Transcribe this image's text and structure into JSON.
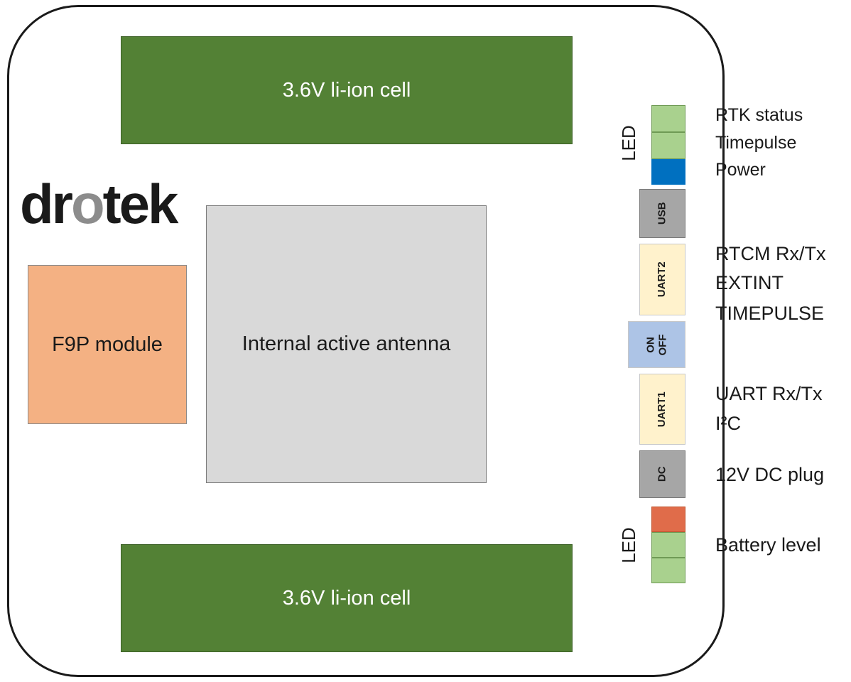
{
  "battery_top": {
    "label": "3.6V li-ion cell",
    "color": "#538135"
  },
  "battery_bottom": {
    "label": "3.6V li-ion cell",
    "color": "#538135"
  },
  "logo": {
    "part1": "dr",
    "part2": "o",
    "part3": "tek"
  },
  "module": {
    "label": "F9P module",
    "color": "#f4b183"
  },
  "antenna": {
    "label": "Internal active antenna",
    "color": "#d9d9d9"
  },
  "led_group_top": {
    "label": "LED",
    "leds": [
      {
        "name": "RTK status",
        "color": "#a9d18e"
      },
      {
        "name": "Timepulse",
        "color": "#a9d18e"
      },
      {
        "name": "Power",
        "color": "#0070c0"
      }
    ]
  },
  "usb": {
    "label": "USB"
  },
  "uart2": {
    "label": "UART2",
    "lines": [
      "RTCM Rx/Tx",
      "EXTINT",
      "TIMEPULSE"
    ]
  },
  "switch": {
    "on": "ON",
    "off": "OFF"
  },
  "uart1": {
    "label": "UART1",
    "lines": [
      "UART Rx/Tx",
      "I²C"
    ]
  },
  "dc": {
    "label": "DC",
    "description": "12V DC plug"
  },
  "led_group_bottom": {
    "label": "LED",
    "description": "Battery level",
    "leds": [
      {
        "color": "#e06c4a"
      },
      {
        "color": "#a9d18e"
      },
      {
        "color": "#a9d18e"
      }
    ]
  }
}
